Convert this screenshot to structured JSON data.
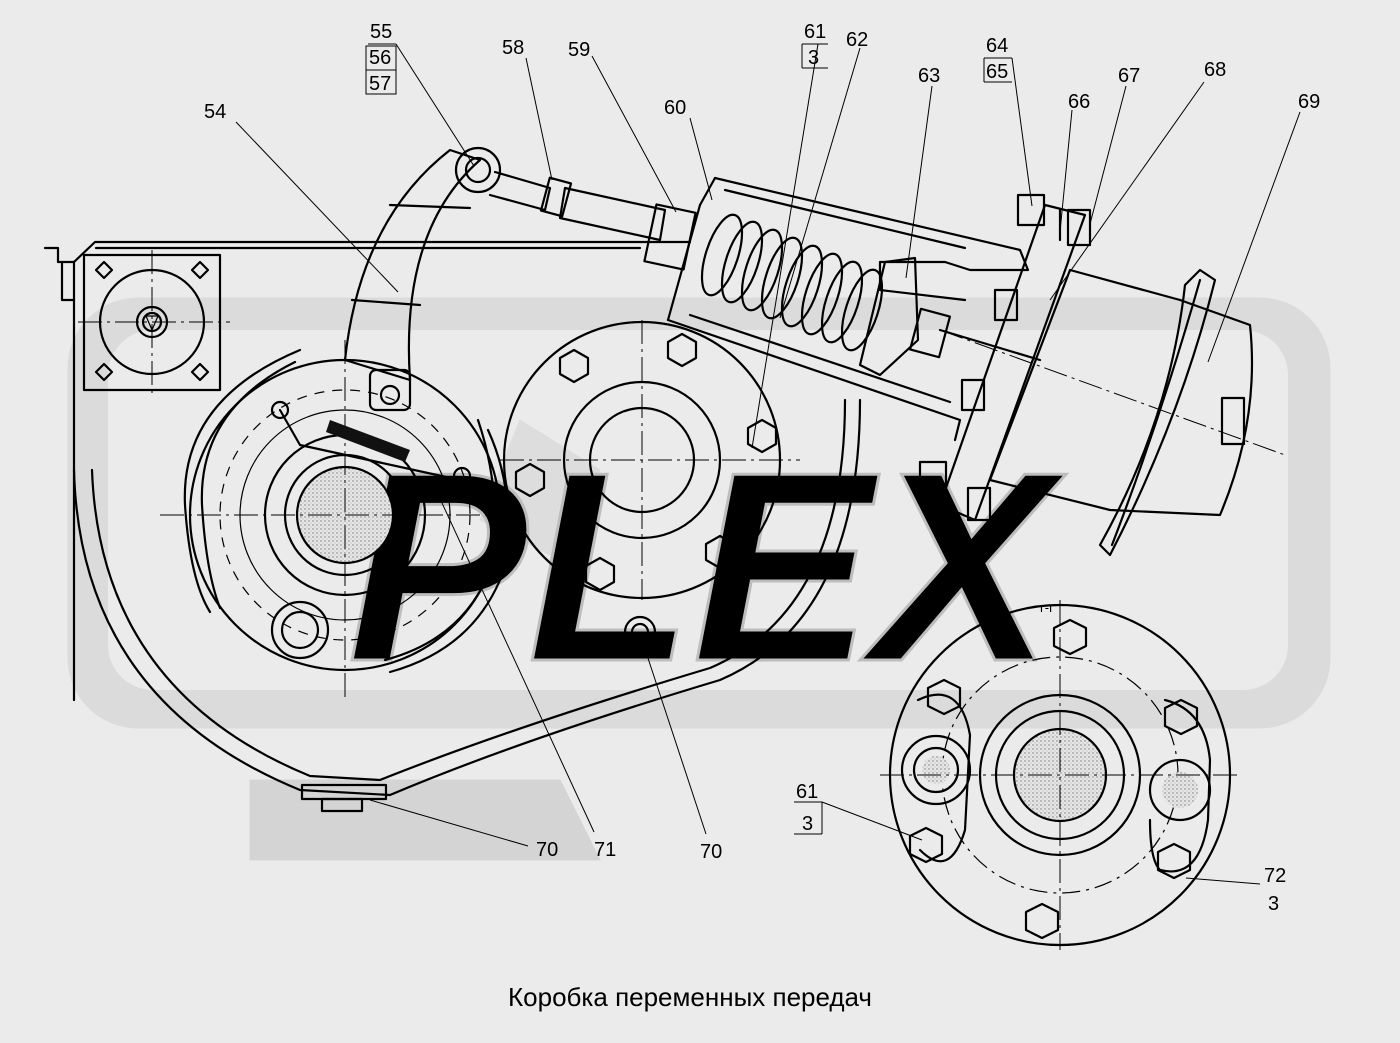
{
  "caption": "Коробка переменных передач",
  "section_mark": "г-г",
  "watermark": "PLEX",
  "labels": {
    "l54": "54",
    "l55": "55",
    "l56": "56",
    "l57": "57",
    "l58": "58",
    "l59": "59",
    "l60": "60",
    "l61": "61",
    "l61_sub": "3",
    "l62": "62",
    "l63": "63",
    "l64": "64",
    "l65": "65",
    "l66": "66",
    "l67": "67",
    "l68": "68",
    "l69": "69",
    "l70a": "70",
    "l71": "71",
    "l70b": "70",
    "l61b": "61",
    "l61b_sub": "3",
    "l72": "72",
    "l72_sub": "3"
  }
}
